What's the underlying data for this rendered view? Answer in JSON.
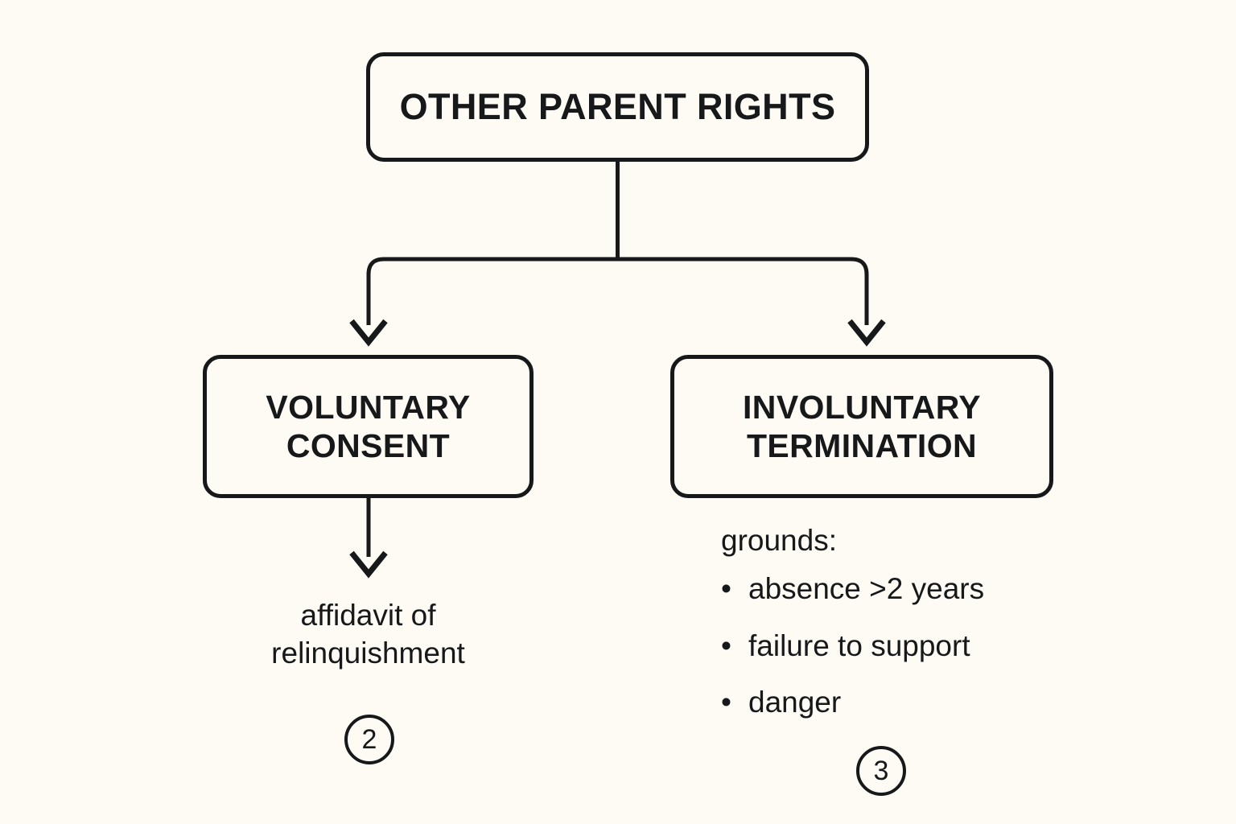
{
  "canvas": {
    "background_color": "#fdfbf4",
    "stroke_color": "#16181a"
  },
  "diagram": {
    "type": "flowchart",
    "root": {
      "label": "OTHER PARENT RIGHTS"
    },
    "branches": [
      {
        "id": "voluntary",
        "label": "VOLUNTARY\nCONSENT",
        "outcome": "affidavit of\nrelinquishment",
        "badge": "2"
      },
      {
        "id": "involuntary",
        "label": "INVOLUNTARY\nTERMINATION",
        "grounds_heading": "grounds:",
        "grounds": [
          "absence >2 years",
          "failure to support",
          "danger"
        ],
        "badge": "3"
      }
    ]
  }
}
